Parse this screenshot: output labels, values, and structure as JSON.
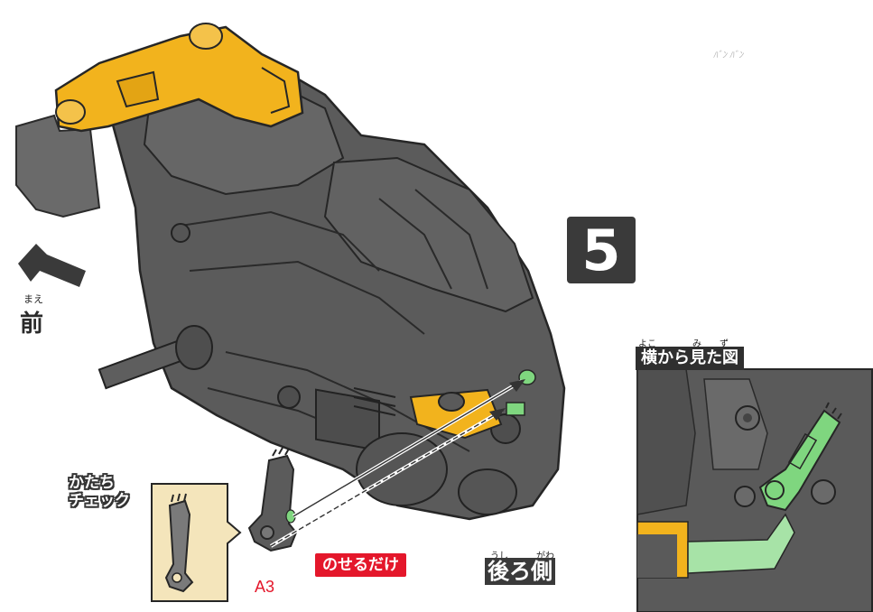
{
  "step_number": "5",
  "front": {
    "ruby": "まえ",
    "label": "前"
  },
  "shape_check": {
    "line1": "かたち",
    "line2": "チェック"
  },
  "instruction": "のせるだけ",
  "part_id": "A3",
  "rear": {
    "ruby_left": "うし",
    "ruby_right": "がわ",
    "label": "後ろ側"
  },
  "side_view": {
    "ruby": "よこ　　　　み　　ず",
    "label": "横から見た図"
  },
  "colors": {
    "body_gray": "#5b5b5b",
    "dark_gray": "#3a3a3a",
    "yellow_part": "#f2b31d",
    "green_part": "#7fd67f",
    "red_label": "#e4172b",
    "check_bg": "#f4e5bb"
  }
}
